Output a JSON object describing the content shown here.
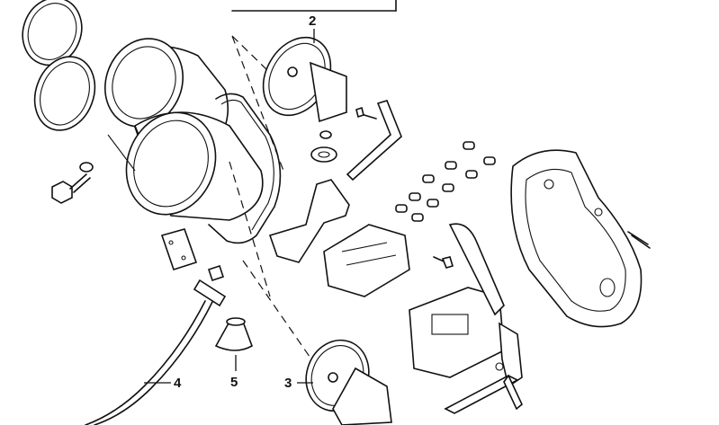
{
  "callouts": {
    "part_2": "2",
    "part_3": "3",
    "part_4": "4",
    "part_5": "5"
  }
}
